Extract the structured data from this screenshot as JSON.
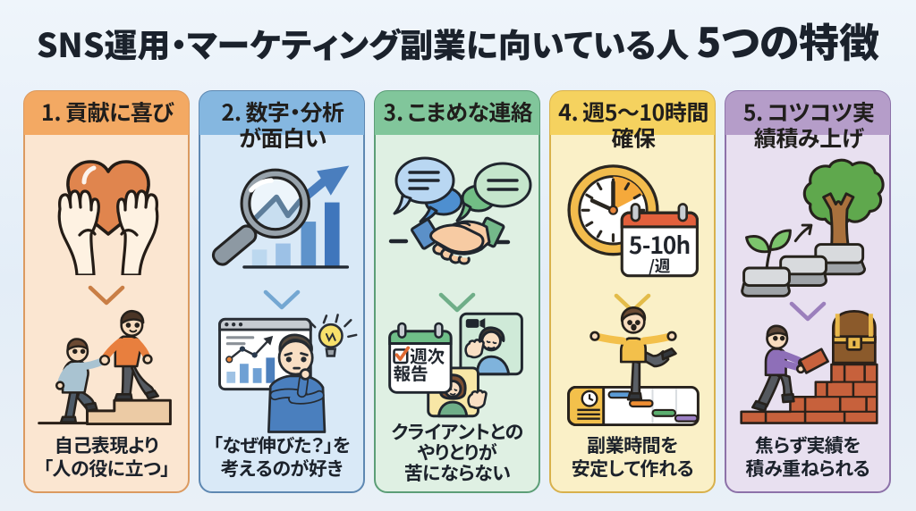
{
  "page": {
    "title_main": "SNS運用・マーケティング副業に向いている人 ",
    "title_emph": "5つの特徴",
    "background_color": "#E7F0F9",
    "title_color": "#1B222C"
  },
  "cards": [
    {
      "header_lines": [
        "1. 貢献に喜び"
      ],
      "caption_lines": [
        "自己表現より",
        "「人の役に立つ」"
      ],
      "icon": "hands-holding-heart",
      "illustration": "person-helping-another-up-stairs",
      "colors": {
        "header": "#F3A963",
        "body": "#FBE6D1",
        "border": "#DB9A60",
        "chevron": "#C97E45"
      }
    },
    {
      "header_lines": [
        "2. 数字・分析",
        "が面白い"
      ],
      "caption_lines": [
        "「なぜ伸びた？」を",
        "考えるのが好き"
      ],
      "icon": "magnifier-over-rising-bar-chart",
      "illustration": "person-thinking-over-analytics-with-lightbulb",
      "colors": {
        "header": "#85B7E0",
        "body": "#D9E9F7",
        "border": "#5E88B2",
        "chevron": "#74A7D2"
      }
    },
    {
      "header_lines": [
        "3. こまめな連絡"
      ],
      "caption_lines": [
        "クライアントとの",
        "やりとりが",
        "苦にならない"
      ],
      "icon": "speech-bubbles-and-handshake",
      "illustration": "weekly-report-calendar-and-video-call",
      "calendar_label_line1": "週次",
      "calendar_label_line2": "報告",
      "colors": {
        "header": "#81C69B",
        "body": "#DFF0E3",
        "border": "#5C9E77",
        "chevron": "#6FAE88"
      }
    },
    {
      "header_lines": [
        "4. 週5〜10時間",
        "確保"
      ],
      "caption_lines": [
        "副業時間を",
        "安定して作れる"
      ],
      "icon": "clock-and-calendar",
      "illustration": "person-balancing-on-schedule-chart",
      "calendar_value": "5-10h",
      "calendar_unit": "/週",
      "colors": {
        "header": "#F5D25F",
        "body": "#FAF0C7",
        "border": "#D8B14C",
        "chevron": "#E3BC4A"
      }
    },
    {
      "header_lines": [
        "5. コツコツ実",
        "績積み上げ"
      ],
      "caption_lines": [
        "焦らず実績を",
        "積み重ねられる"
      ],
      "icon": "sprout-to-tree-stepping-stones",
      "illustration": "person-building-brick-stairs-to-treasure",
      "colors": {
        "header": "#B59DC9",
        "body": "#E8E0F0",
        "border": "#8D72A9",
        "chevron": "#9B7FBC"
      }
    }
  ]
}
